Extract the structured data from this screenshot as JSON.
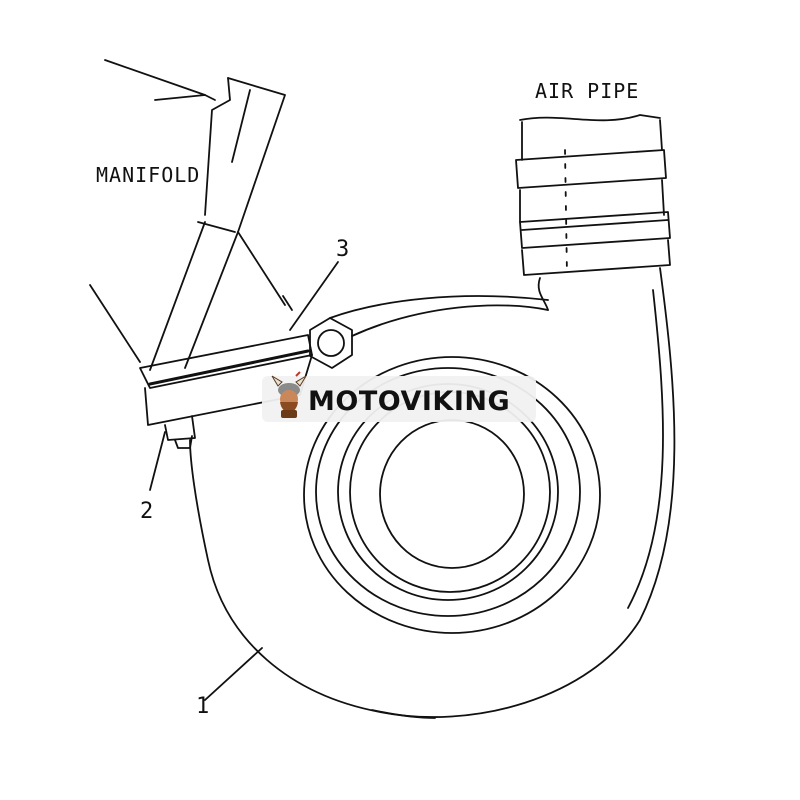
{
  "labels": {
    "manifold": "MANIFOLD",
    "air_pipe": "AIR PIPE",
    "callout_1": "1",
    "callout_2": "2",
    "callout_3": "3"
  },
  "watermark": {
    "text": "MOTOVIKING",
    "icon": "viking-mascot-icon"
  },
  "colors": {
    "line": "#111111",
    "background": "#ffffff",
    "watermark_bg": "#f1f1f1"
  }
}
